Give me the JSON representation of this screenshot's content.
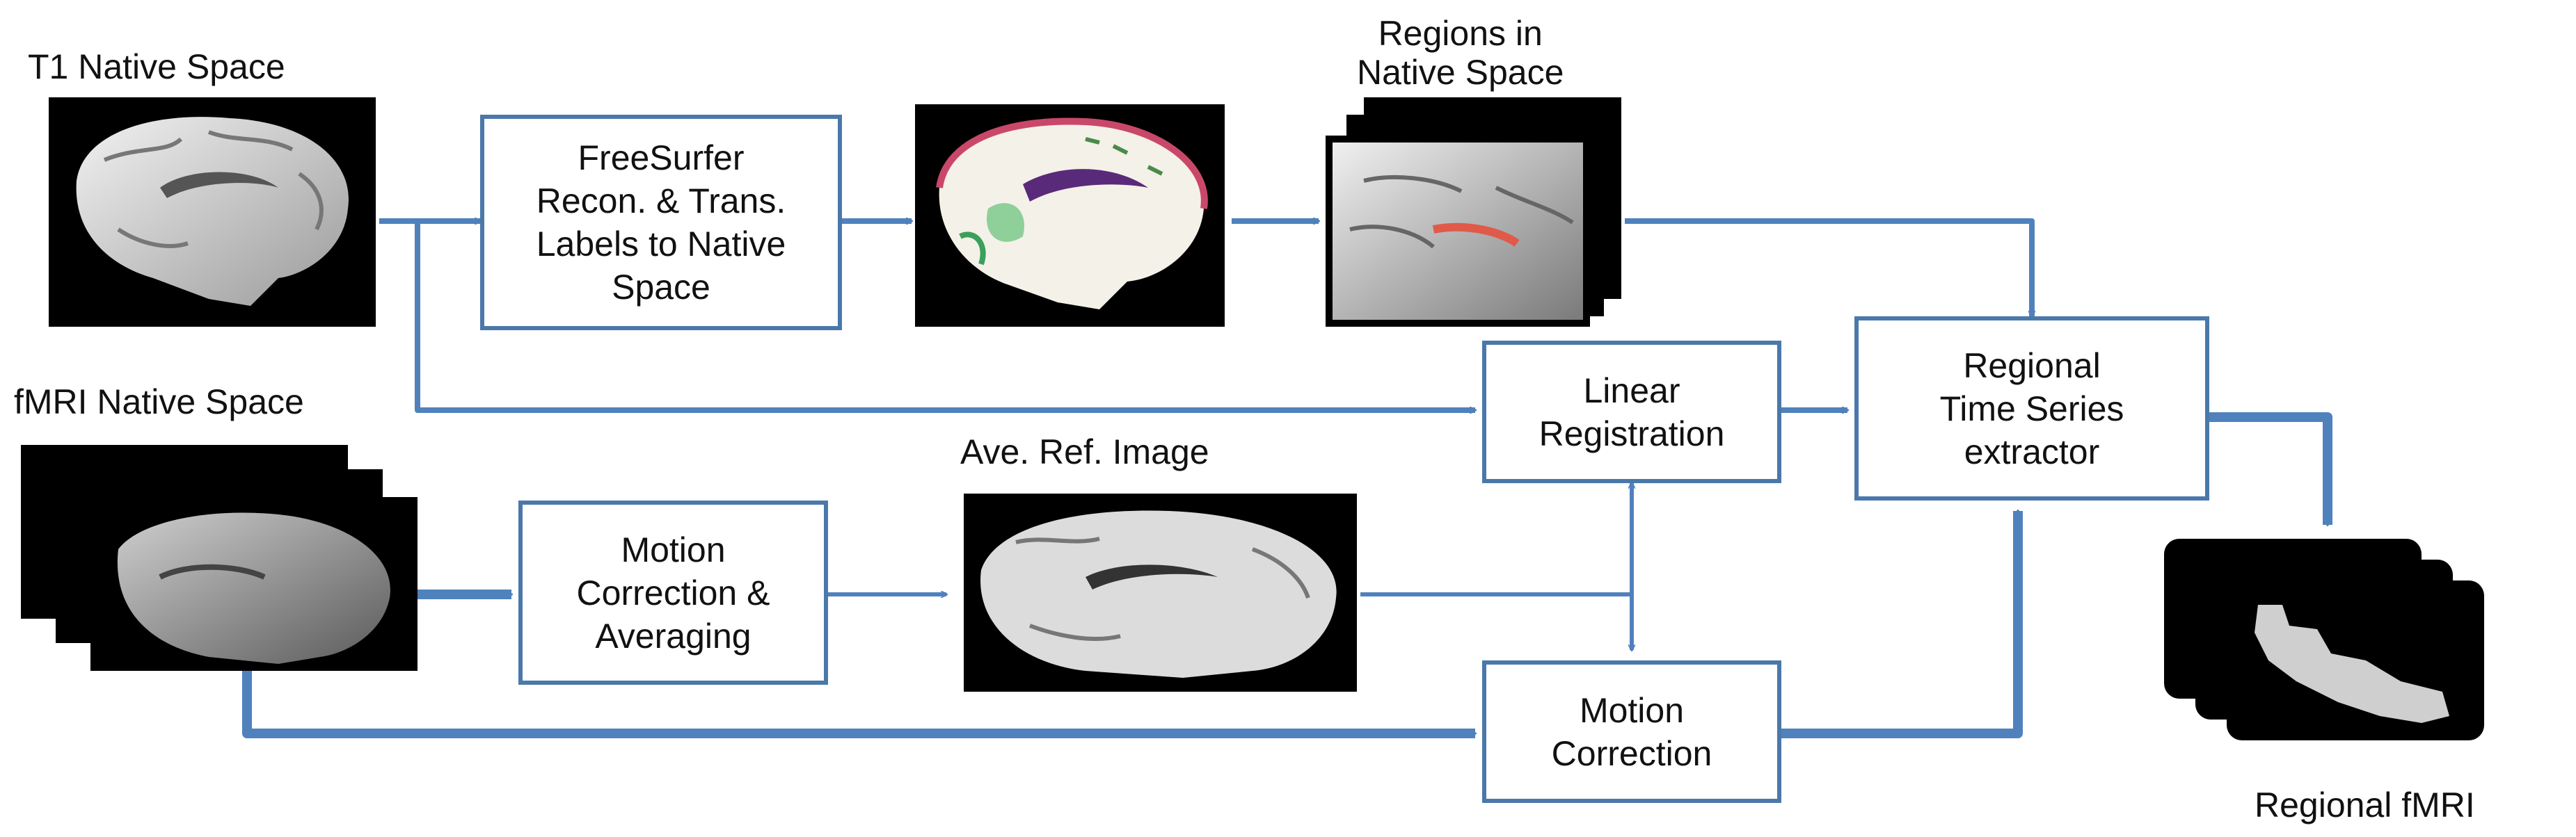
{
  "labels": {
    "t1_native": "T1 Native Space",
    "regions_native": "Regions  in\nNative Space",
    "fmri_native": "fMRI Native Space",
    "ave_ref": "Ave. Ref. Image",
    "regional_fmri": "Regional fMRI"
  },
  "boxes": {
    "freesurfer": "FreeSurfer\nRecon. & Trans.\nLabels to Native\nSpace",
    "linear_registration": "Linear\nRegistration",
    "regional_ts": "Regional\nTime Series\nextractor",
    "motion_corr_avg": "Motion\nCorrection &\nAveraging",
    "motion_correction": "Motion\nCorrection"
  },
  "colors": {
    "arrow": "#4f81bd",
    "box_border": "#4a78aa",
    "image_bg": "#000000",
    "region_highlight": "#e05a4a",
    "label_purple": "#5a2a7a",
    "label_green": "#8fcf9a"
  }
}
